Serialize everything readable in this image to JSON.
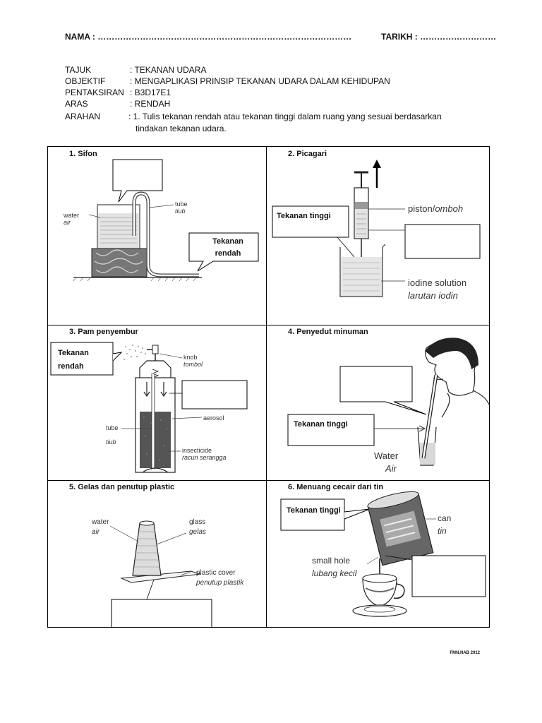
{
  "header": {
    "nama": "NAMA : ………………………………………………………………………………",
    "tarikh": "TARIKH : ………………………"
  },
  "info": [
    {
      "key": "TAJUK",
      "value": ": TEKANAN UDARA"
    },
    {
      "key": "OBJEKTIF",
      "value": ": MENGAPLIKASI PRINSIP TEKANAN UDARA DALAM KEHIDUPAN"
    },
    {
      "key": "PENTAKSIRAN",
      "value": ": B3D17E1"
    },
    {
      "key": "ARAS",
      "value": ": RENDAH"
    },
    {
      "key": "ARAHAN",
      "value": ": 1. Tulis tekanan rendah atau tekanan tinggi dalam ruang yang sesuai berdasarkan"
    }
  ],
  "arahan_line2": "tindakan tekanan udara.",
  "panels": [
    {
      "title": "1.    Sifon",
      "answer": "Tekanan rendah",
      "labels": {
        "water": "water",
        "water_ms": "air",
        "tube": "tube",
        "tube_ms": "tiub"
      }
    },
    {
      "title": "2.    Picagari",
      "answer": "Tekanan tinggi",
      "labels": {
        "piston": "piston/",
        "piston_ms": "omboh",
        "solution": "iodine solution",
        "solution_ms": "larutan iodin"
      }
    },
    {
      "title": "3.    Pam penyembur",
      "answer": "Tekanan rendah",
      "labels": {
        "knob": "knob",
        "knob_ms": "tombol",
        "aerosol": "aerosol",
        "tube": "tube",
        "tube_ms": "tiub",
        "insecticide": "insecticide",
        "insecticide_ms": "racun serangga"
      }
    },
    {
      "title": "4.    Penyedut minuman",
      "answer": "Tekanan tinggi",
      "labels": {
        "water": "Water",
        "water_ms": "Air"
      }
    },
    {
      "title": "5.    Gelas dan penutup plastic",
      "labels": {
        "water": "water",
        "water_ms": "air",
        "glass": "glass",
        "glass_ms": "gelas",
        "cover": "plastic cover",
        "cover_ms": "penutup plastik"
      }
    },
    {
      "title": "6.    Menuang cecair dari tin",
      "answer": "Tekanan tinggi",
      "labels": {
        "can": "can",
        "can_ms": "tin",
        "hole": "small hole",
        "hole_ms": "lubang kecil"
      }
    }
  ],
  "footer": "FMN,NAB 2012"
}
